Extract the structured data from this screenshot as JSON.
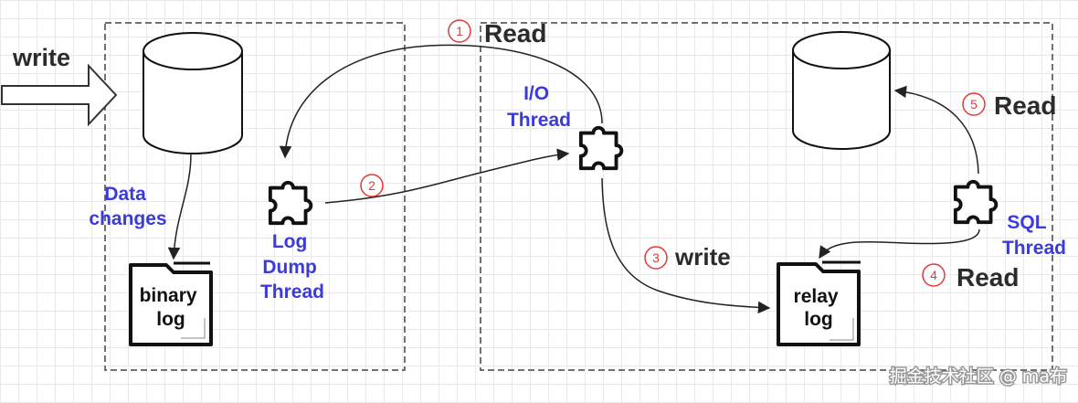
{
  "master": {
    "write_label": "write",
    "data_changes": [
      "Data",
      "changes"
    ],
    "binary_log": [
      "binary",
      "log"
    ],
    "dump_thread": [
      "Log",
      "Dump",
      "Thread"
    ]
  },
  "slave": {
    "io_thread": [
      "I/O",
      "Thread"
    ],
    "sql_thread": [
      "SQL",
      "Thread"
    ],
    "relay_log": [
      "relay",
      "log"
    ]
  },
  "steps": [
    {
      "num": "1",
      "label": "Read"
    },
    {
      "num": "2",
      "label": ""
    },
    {
      "num": "3",
      "label": "write"
    },
    {
      "num": "4",
      "label": "Read"
    },
    {
      "num": "5",
      "label": "Read"
    }
  ],
  "watermark": "掘金技术社区 @ ma布",
  "colors": {
    "label": "#3b3bdc",
    "step": "#e23a3a",
    "stroke": "#111111"
  }
}
